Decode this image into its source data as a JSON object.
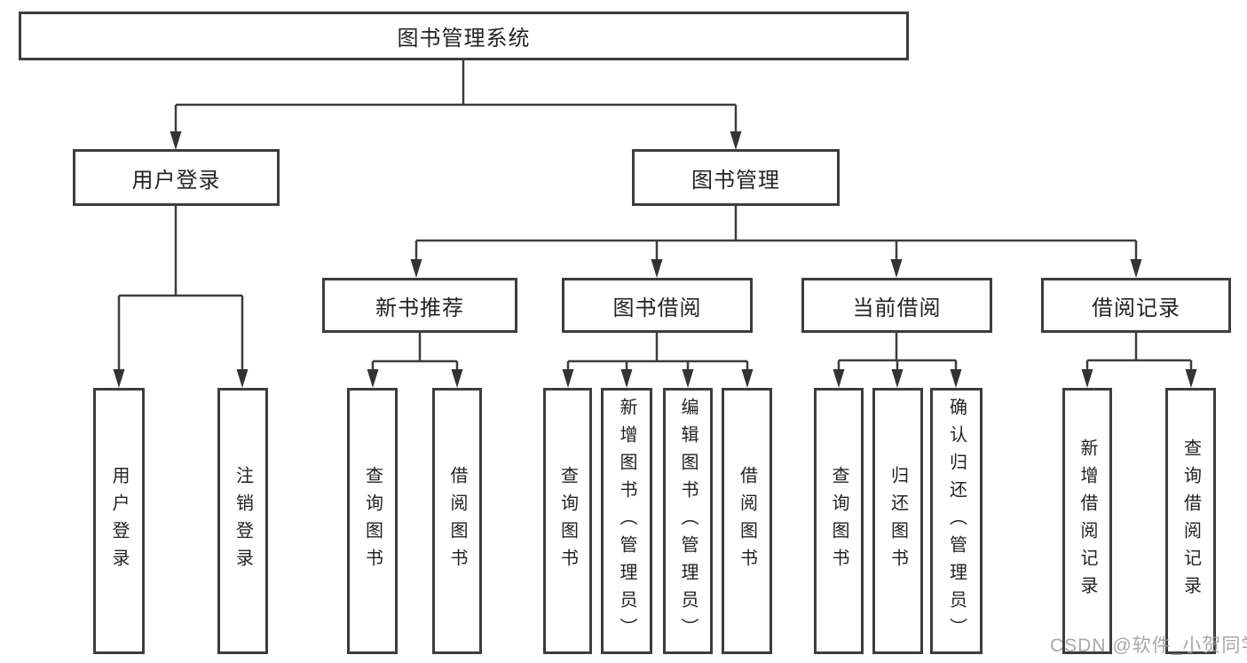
{
  "diagram_type": "hierarchy-tree",
  "colors": {
    "line": "#3d3d3d",
    "box_border": "#3d3d3d",
    "box_fill": "#ffffff",
    "text": "#232323",
    "watermark": "#9e9e9e"
  },
  "tree": {
    "label": "图书管理系统",
    "children": [
      {
        "label": "用户登录",
        "children": [
          {
            "label": "用户登录"
          },
          {
            "label": "注销登录"
          }
        ]
      },
      {
        "label": "图书管理",
        "children": [
          {
            "label": "新书推荐",
            "children": [
              {
                "label": "查询图书"
              },
              {
                "label": "借阅图书"
              }
            ]
          },
          {
            "label": "图书借阅",
            "children": [
              {
                "label": "查询图书"
              },
              {
                "label": "新增图书（管理员）"
              },
              {
                "label": "编辑图书（管理员）"
              },
              {
                "label": "借阅图书"
              }
            ]
          },
          {
            "label": "当前借阅",
            "children": [
              {
                "label": "查询图书"
              },
              {
                "label": "归还图书"
              },
              {
                "label": "确认归还（管理员）"
              }
            ]
          },
          {
            "label": "借阅记录",
            "children": [
              {
                "label": "新增借阅记录"
              },
              {
                "label": "查询借阅记录"
              }
            ]
          }
        ]
      }
    ]
  },
  "watermark": {
    "text": "CSDN @软件_小贺同学"
  }
}
